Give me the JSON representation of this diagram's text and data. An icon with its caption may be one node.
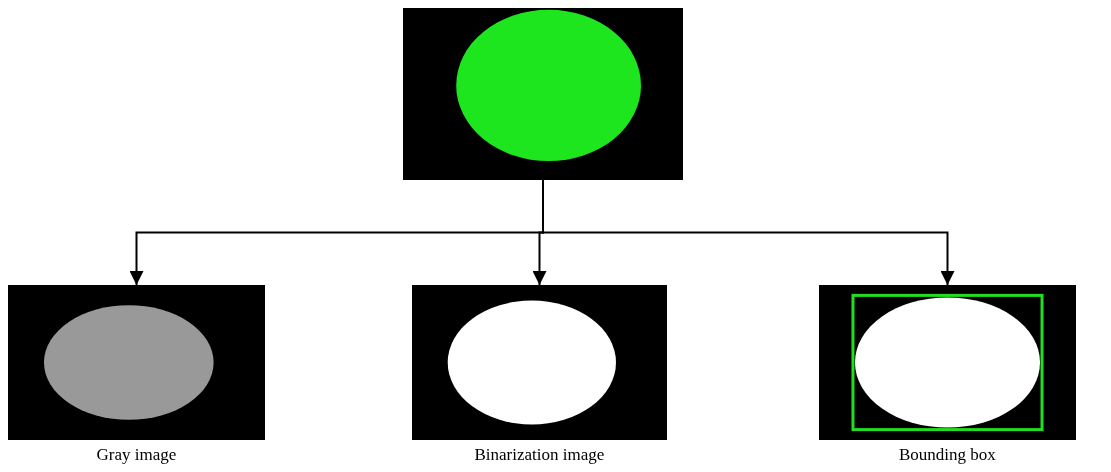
{
  "diagram": {
    "nodes": [
      {
        "text": [],
        "shape": "picture"
      },
      {
        "text": [],
        "shape": "picture",
        "beside": [
          "Gray image"
        ]
      },
      {
        "text": [],
        "shape": "picture",
        "beside": [
          "Binarization image"
        ]
      },
      {
        "text": [],
        "shape": "picture",
        "beside": [
          "Bounding box"
        ]
      }
    ],
    "edges": [
      {
        "from": 0,
        "to": 1,
        "arrow": "to"
      },
      {
        "from": 0,
        "to": 2,
        "arrow": "to"
      },
      {
        "from": 0,
        "to": 3,
        "arrow": "to"
      }
    ]
  }
}
